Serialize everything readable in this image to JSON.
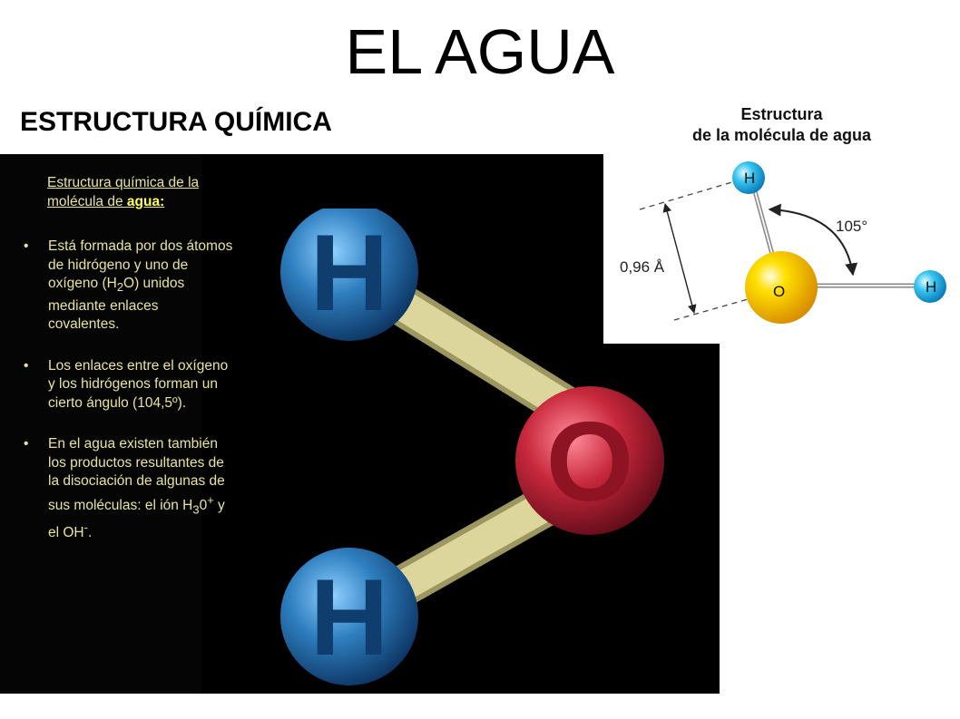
{
  "slide": {
    "title": "EL AGUA",
    "subtitle": "ESTRUCTURA QUÍMICA"
  },
  "panel": {
    "intro_prefix": "Estructura química de la molécula de ",
    "intro_highlight": "agua:",
    "bullets": [
      {
        "parts": [
          "Está formada por dos átomos de hidrógeno y uno de oxígeno (H",
          "2",
          "O) unidos mediante enlaces covalentes."
        ]
      },
      {
        "parts": [
          "Los enlaces entre el oxígeno y los hidrógenos forman un cierto ángulo (104,5º)."
        ]
      },
      {
        "parts": [
          "En el agua existen también los productos resultantes de la disociación de algunas de sus moléculas: el ión H",
          "3",
          "0",
          "+",
          " y el OH",
          "-",
          "."
        ]
      }
    ],
    "model": {
      "atom_top": "H",
      "atom_center": "O",
      "atom_bottom": "H"
    }
  },
  "diagram": {
    "caption_line1": "Estructura",
    "caption_line2": "de la molécula de agua",
    "label_h_top": "H",
    "label_o": "O",
    "label_h_right": "H",
    "angle": "105°",
    "bond_length": "0,96 Å"
  },
  "colors": {
    "panel_text": "#e8e39a",
    "hydrogen_3d": "#2f7fc0",
    "oxygen_3d": "#c8283c",
    "bond_3d": "#d8d39a",
    "hydrogen_2d": "#38c4f0",
    "oxygen_2d": "#f5c400"
  }
}
